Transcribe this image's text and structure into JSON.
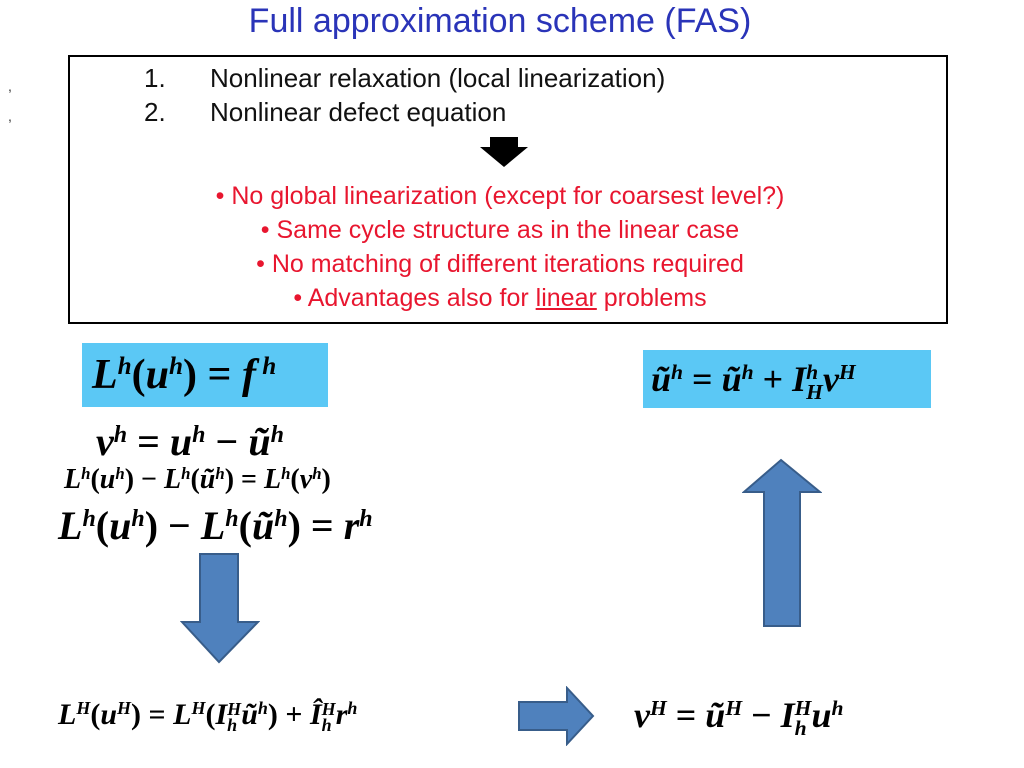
{
  "title": "Full approximation scheme (FAS)",
  "stray_marks": [
    ",",
    ","
  ],
  "steps": [
    {
      "num": "1.",
      "text": "Nonlinear relaxation (local linearization)"
    },
    {
      "num": "2.",
      "text": "Nonlinear defect equation"
    }
  ],
  "bullets": [
    "• No global linearization (except for coarsest level?)",
    "• Same cycle structure as in the linear case",
    "• No matching of different iterations required"
  ],
  "bullet4": {
    "prefix": "• Advantages also for ",
    "underlined": "linear",
    "suffix": " problems"
  },
  "colors": {
    "title": "#2a34b8",
    "bullets": "#e8162f",
    "eq_box": "#5bc8f5",
    "arrow_fill": "#4f81bd",
    "arrow_stroke": "#385d8a"
  },
  "icons": {
    "down_block_arrow": "black-down-arrow-icon",
    "big_arrows": [
      "blue-down-arrow-icon",
      "blue-right-arrow-icon",
      "blue-up-arrow-icon"
    ]
  }
}
